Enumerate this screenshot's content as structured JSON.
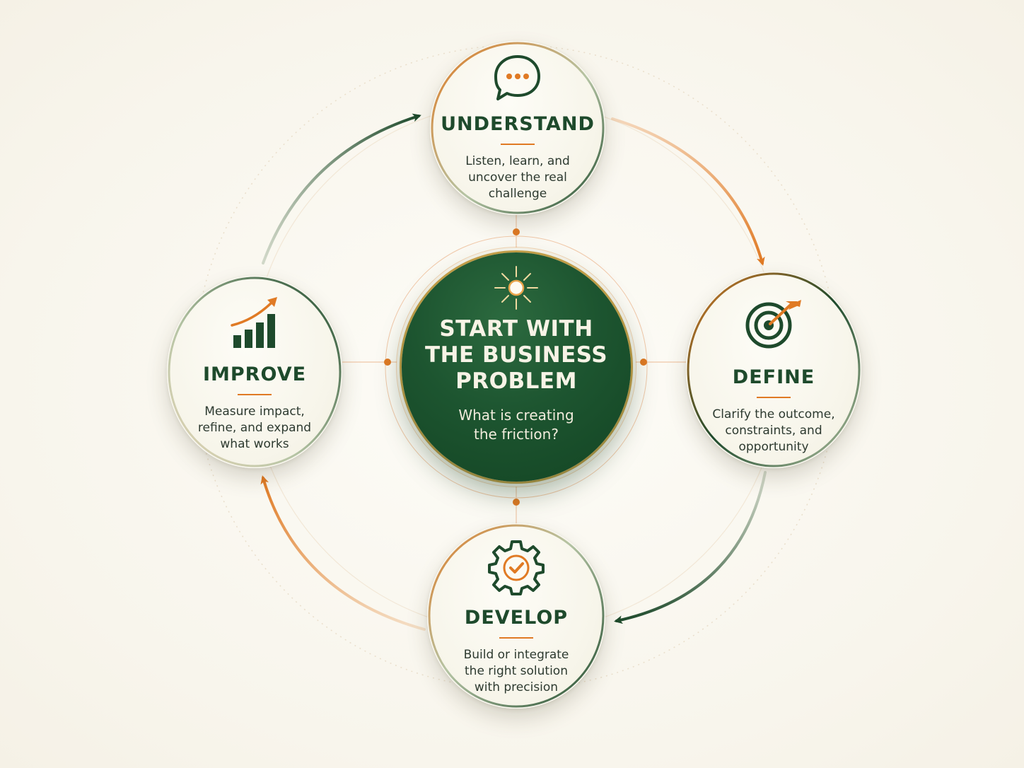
{
  "colors": {
    "green": "#1e4a2c",
    "orange": "#e07a24",
    "cream": "#faf8f1"
  },
  "center": {
    "icon": "compass-star-icon",
    "title": "START WITH\nTHE BUSINESS\nPROBLEM",
    "subtitle": "What is creating\nthe friction?"
  },
  "steps": [
    {
      "key": "understand",
      "icon": "chat-bubble-icon",
      "title": "UNDERSTAND",
      "description": "Listen, learn, and\nuncover the real\nchallenge"
    },
    {
      "key": "define",
      "icon": "target-arrow-icon",
      "title": "DEFINE",
      "description": "Clarify the outcome,\nconstraints, and\nopportunity"
    },
    {
      "key": "develop",
      "icon": "gear-check-icon",
      "title": "DEVELOP",
      "description": "Build or integrate\nthe right solution\nwith precision"
    },
    {
      "key": "improve",
      "icon": "growth-chart-icon",
      "title": "IMPROVE",
      "description": "Measure impact,\nrefine, and expand\nwhat works"
    }
  ]
}
